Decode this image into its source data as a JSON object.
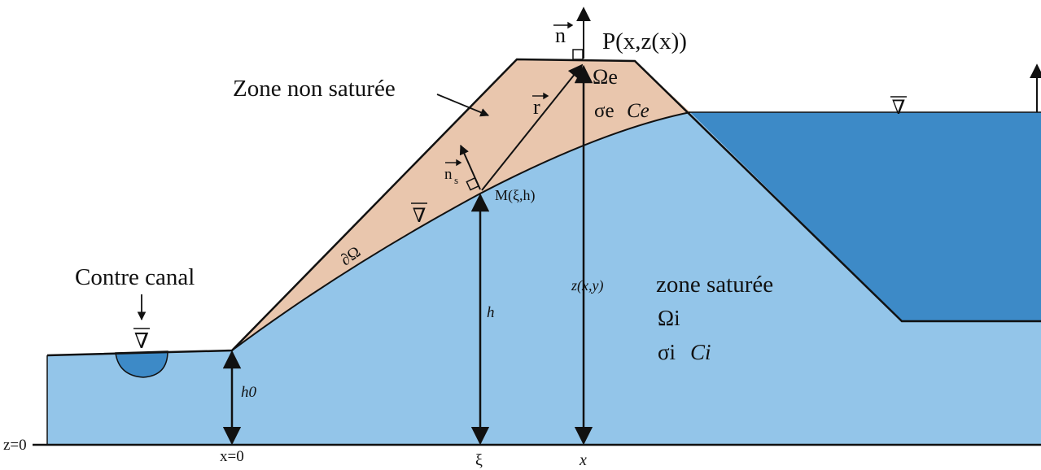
{
  "colors": {
    "saturated": "#93c5e9",
    "unsaturated": "#e9c6ad",
    "reservoir": "#3d8ac7",
    "canal": "#3d8ac7",
    "line": "#111111",
    "background": "#ffffff"
  },
  "labels": {
    "zone_non_saturee": "Zone non saturée",
    "contre_canal": "Contre canal",
    "zone_saturee": "zone saturée",
    "omega_i": "Ωi",
    "sigma_i": "σi",
    "c_i": "Ci",
    "omega_e": "Ωe",
    "sigma_e": "σe",
    "c_e": "Ce",
    "point_p": "P(x,z(x))",
    "point_m": "M(ξ,h)",
    "vector_n": "n",
    "vector_r": "r",
    "vector_ns": "n",
    "vector_ns_sub": "s",
    "boundary": "∂Ω",
    "h": "h",
    "h0": "h0",
    "z_xy": "z(x,y)",
    "z0": "z=0",
    "x0": "x=0",
    "xi": "ξ",
    "x": "x",
    "water_level_symbol": "∇"
  }
}
